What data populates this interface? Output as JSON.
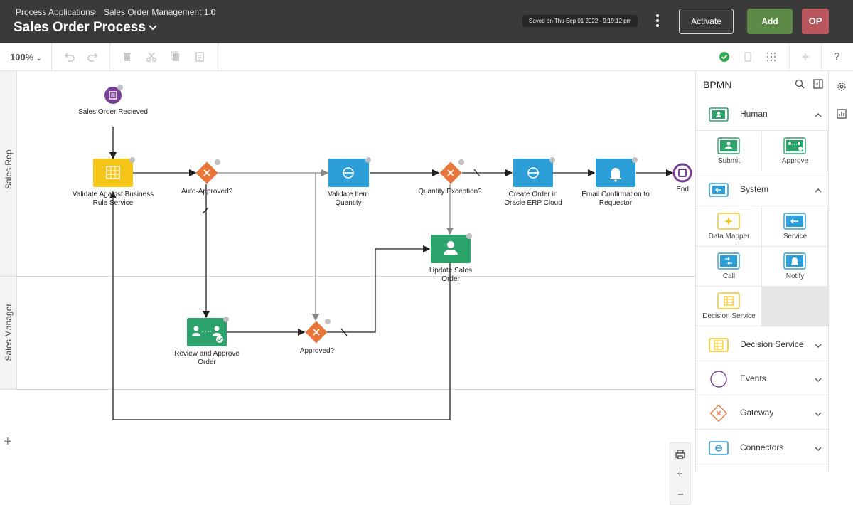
{
  "header": {
    "breadcrumbs": [
      "Process Applications",
      "Sales Order Management 1.0"
    ],
    "title": "Sales Order Process",
    "saved_text": "Saved on Thu Sep 01 2022 - 9:19:12 pm",
    "activate_label": "Activate",
    "add_label": "Add",
    "avatar_initials": "OP"
  },
  "toolbar": {
    "zoom": "100%",
    "status_color": "#2fa84f"
  },
  "canvas": {
    "lanes": [
      "Sales Rep",
      "Sales Manager"
    ],
    "nodes": {
      "start": "Sales Order Recieved",
      "validate_rule": "Validate Against Business Rule Service",
      "auto_approved": "Auto-Approved?",
      "validate_qty": "Validate Item Quantity",
      "qty_exception": "Quantity Exception?",
      "create_order": "Create Order in Oracle ERP Cloud",
      "email": "Email Confirmation to Requestor",
      "end": "End",
      "update_order": "Update Sales Order",
      "review": "Review and Approve Order",
      "approved": "Approved?"
    },
    "colors": {
      "business_rule": "#f5c518",
      "service": "#2d9fd8",
      "human": "#2ba36b",
      "gateway": "#e8763a",
      "event": "#7b3f98"
    }
  },
  "palette": {
    "title": "BPMN",
    "categories": {
      "human": "Human",
      "system": "System",
      "decision_service": "Decision Service",
      "events": "Events",
      "gateway": "Gateway",
      "connectors": "Connectors"
    },
    "tiles": {
      "submit": "Submit",
      "approve": "Approve",
      "data_mapper": "Data Mapper",
      "service": "Service",
      "call": "Call",
      "notify": "Notify",
      "decision_service": "Decision Service"
    }
  }
}
